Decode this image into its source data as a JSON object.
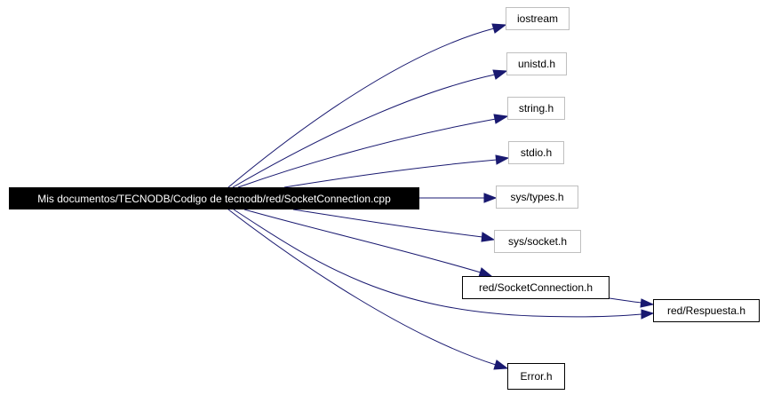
{
  "diagram": {
    "root": {
      "label": "Mis documentos/TECNODB/Codigo de tecnodb/red/SocketConnection.cpp"
    },
    "nodes": {
      "iostream": {
        "label": "iostream"
      },
      "unistd": {
        "label": "unistd.h"
      },
      "string": {
        "label": "string.h"
      },
      "stdio": {
        "label": "stdio.h"
      },
      "types": {
        "label": "sys/types.h"
      },
      "socket": {
        "label": "sys/socket.h"
      },
      "socketconn": {
        "label": "red/SocketConnection.h"
      },
      "respuesta": {
        "label": "red/Respuesta.h"
      },
      "error": {
        "label": "Error.h"
      }
    },
    "edges": [
      {
        "from": "root",
        "to": "iostream"
      },
      {
        "from": "root",
        "to": "unistd"
      },
      {
        "from": "root",
        "to": "string"
      },
      {
        "from": "root",
        "to": "stdio"
      },
      {
        "from": "root",
        "to": "types"
      },
      {
        "from": "root",
        "to": "socket"
      },
      {
        "from": "root",
        "to": "socketconn"
      },
      {
        "from": "root",
        "to": "respuesta"
      },
      {
        "from": "root",
        "to": "error"
      },
      {
        "from": "socketconn",
        "to": "respuesta"
      }
    ],
    "colors": {
      "edge": "#191970",
      "root_fill": "#000000",
      "root_text": "#ffffff",
      "system_header_border": "#bfbfbf",
      "project_header_border": "#000000"
    }
  }
}
